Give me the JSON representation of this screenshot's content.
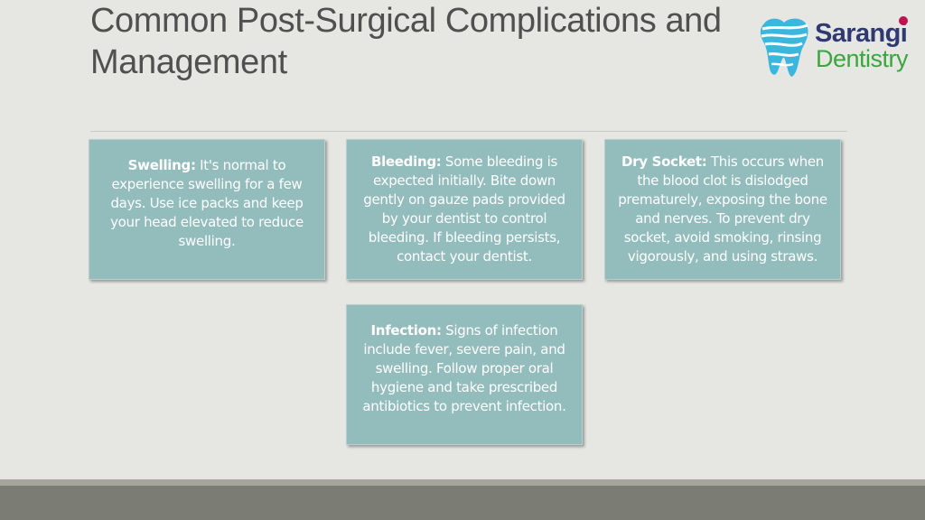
{
  "slide": {
    "title_line1": "Common Post-Surgical Complications and",
    "title_line2": "Management"
  },
  "logo": {
    "name_line1": "Sarangi",
    "name_line2": "Dentistry",
    "icon": "tooth-icon",
    "colors": {
      "primary": "#2f3a73",
      "secondary": "#3aa63f",
      "accent": "#c0124f",
      "tooth": "#3bb6dd"
    }
  },
  "cards": [
    {
      "heading": "Swelling:",
      "body": " It's normal to experience swelling for a few days. Use ice packs and keep your head elevated to reduce swelling."
    },
    {
      "heading": "Bleeding:",
      "body": " Some bleeding is expected initially. Bite down gently on gauze pads provided by your dentist to control bleeding. If bleeding persists, contact your dentist."
    },
    {
      "heading": "Dry Socket:",
      "body": " This occurs when the blood clot is dislodged prematurely, exposing the bone and nerves. To prevent dry socket, avoid smoking, rinsing vigorously, and using straws."
    },
    {
      "heading": "Infection:",
      "body": " Signs of infection include fever, severe pain, and swelling. Follow proper oral hygiene and take prescribed antibiotics to prevent infection."
    }
  ],
  "theme": {
    "card_fill": "#93bcbc",
    "background": "#e6e6e3",
    "footer": "#7b7c73"
  }
}
